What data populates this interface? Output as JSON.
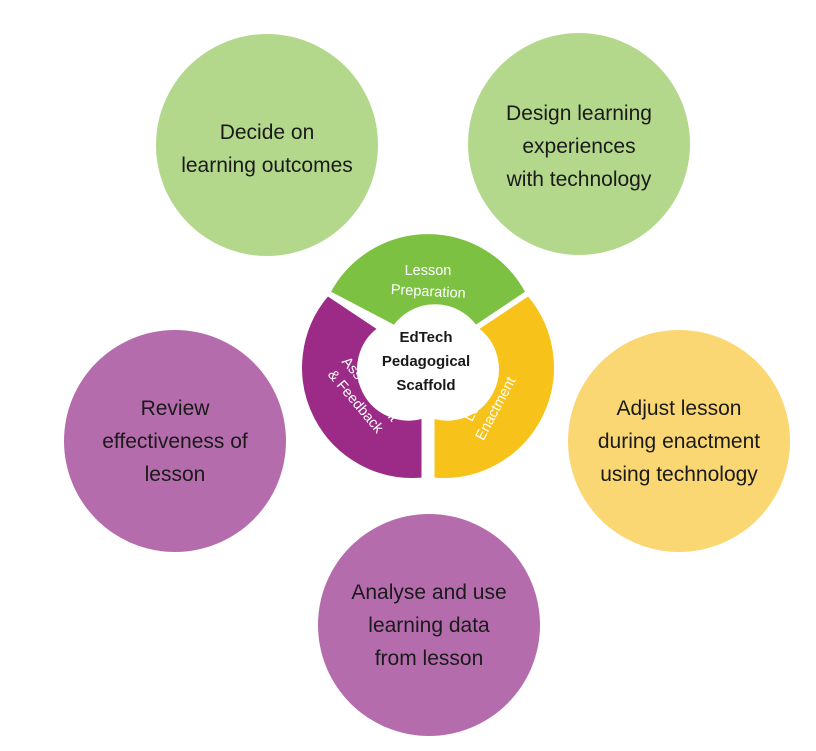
{
  "colors": {
    "green": "#b3d88b",
    "purple": "#b56cad",
    "yellow": "#fad772",
    "ring_green": "#7dc142",
    "ring_purple": "#9c2a87",
    "ring_yellow": "#f7c21a"
  },
  "circles": {
    "outcomes": "Decide on\nlearning outcomes",
    "design": "Design learning\nexperiences\nwith technology",
    "review": "Review\neffectiveness of\nlesson",
    "adjust": "Adjust lesson\nduring enactment\nusing technology",
    "analyse": "Analyse and use\nlearning data\nfrom lesson"
  },
  "scaffold": {
    "center": [
      "EdTech",
      "Pedagogical",
      "Scaffold"
    ],
    "preparation": [
      "Lesson",
      "Preparation"
    ],
    "enactment": [
      "Lesson",
      "Enactment"
    ],
    "assessment": [
      "Assessment",
      "& Feedback"
    ]
  }
}
